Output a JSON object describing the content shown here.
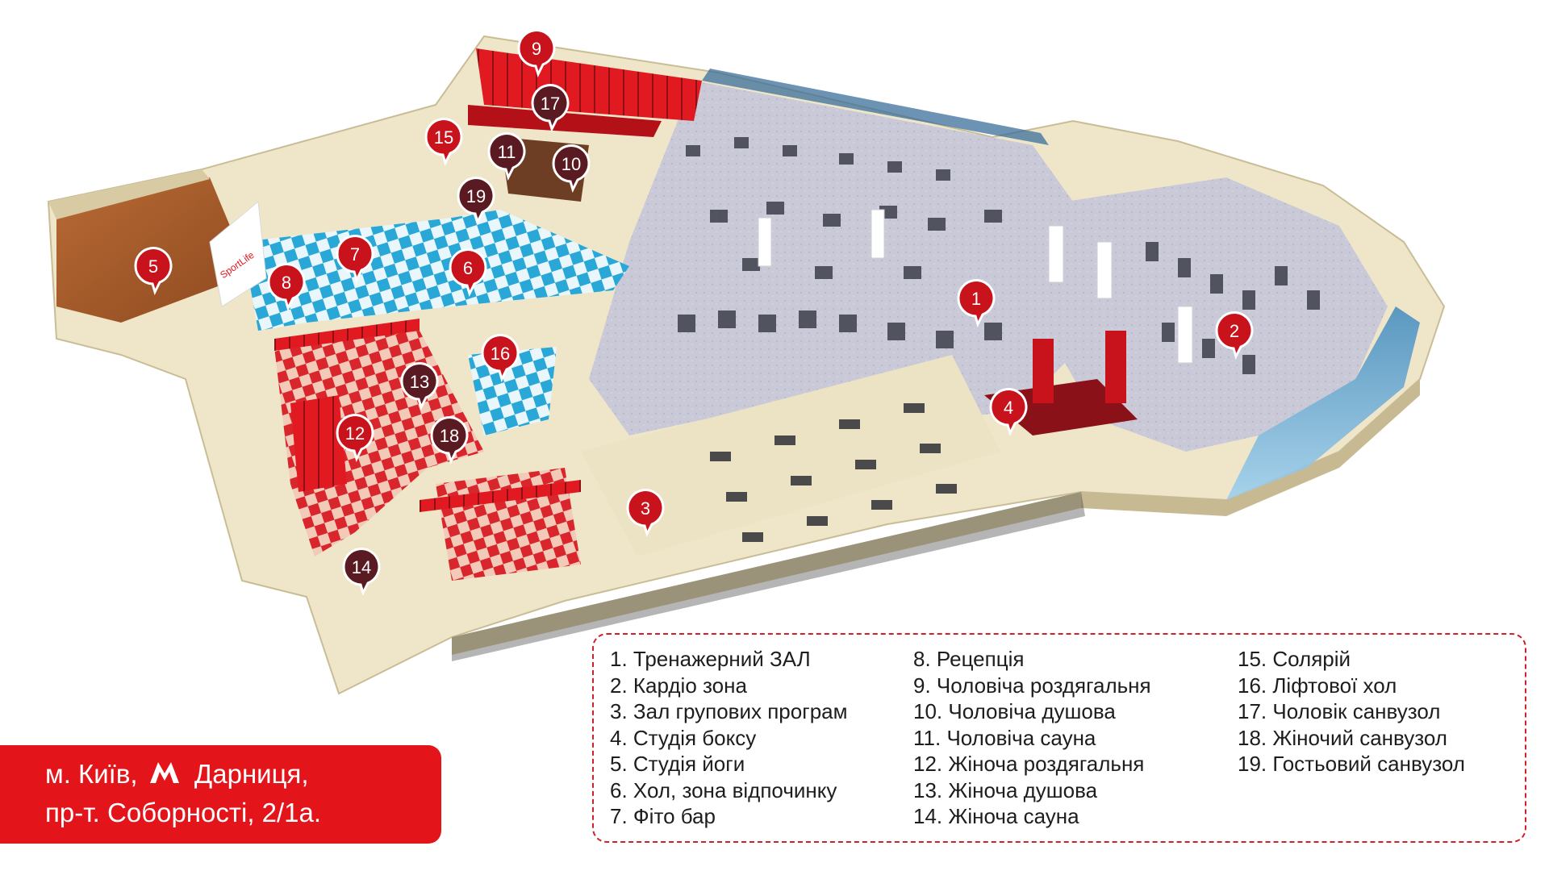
{
  "markers": [
    "1",
    "2",
    "3",
    "4",
    "5",
    "6",
    "7",
    "8",
    "9",
    "10",
    "11",
    "12",
    "13",
    "14",
    "15",
    "16",
    "17",
    "18",
    "19"
  ],
  "brand": {
    "logo_text": "SportLife",
    "accent_color": "#e4141b",
    "marker_color": "#c8121c",
    "marker_dark_color": "#5a1a22"
  },
  "legend": {
    "col1": [
      "1. Тренажерний ЗАЛ",
      "2. Кардіо зона",
      "3. Зал групових програм",
      "4. Студія боксу",
      "5. Студія йоги",
      "6. Хол, зона відпочинку",
      "7. Фіто бар"
    ],
    "col2": [
      "8. Рецепція",
      "9. Чоловіча роздягальня",
      "10. Чоловіча душова",
      "11. Чоловіча сауна",
      "12. Жіноча роздягальня",
      "13. Жіноча душова",
      "14. Жіноча сауна"
    ],
    "col3": [
      "15. Солярій",
      "16. Ліфтової хол",
      "17. Чоловік санвузол",
      "18. Жіночий санвузол",
      "19. Гостьовий санвузол"
    ]
  },
  "address": {
    "line1_prefix": "м. Київ,",
    "metro_icon": "metro-m-icon",
    "line1_station": "Дарниця,",
    "line2": "пр-т. Соборності, 2/1а."
  }
}
